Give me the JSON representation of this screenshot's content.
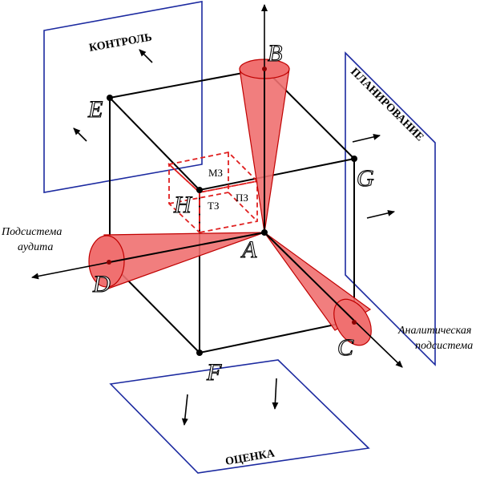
{
  "planes": {
    "top_left": "КОНТРОЛЬ",
    "right": "ПЛАНИРОВАНИЕ",
    "bottom": "ОЦЕНКА"
  },
  "axes": {
    "left_line1": "Подсистема",
    "left_line2": "аудита",
    "right_line1": "Аналитическая",
    "right_line2": "подсистема"
  },
  "points": {
    "A": "A",
    "B": "B",
    "C": "C",
    "D": "D",
    "E": "E",
    "F": "F",
    "G": "G",
    "H": "H"
  },
  "inner_cube": {
    "top": "МЗ",
    "bottom": "ТЗ",
    "right": "ПЗ"
  },
  "colors": {
    "plane_stroke": "#1c2aa0",
    "cone_fill": "#f07070",
    "cone_stroke": "#c00000",
    "dashed": "#e02020",
    "line": "#000000"
  }
}
